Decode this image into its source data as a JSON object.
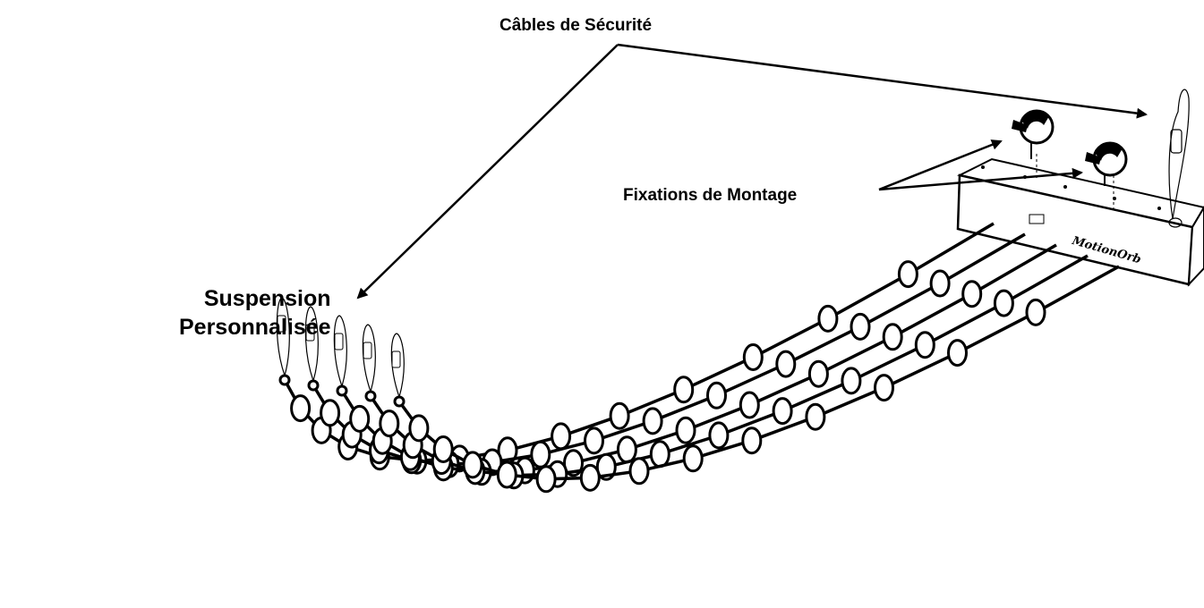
{
  "labels": {
    "safety_cables": "Câbles de Sécurité",
    "mounting": "Fixations de Montage",
    "suspension_line1": "Suspension",
    "suspension_line2": "Personnalisée",
    "brand": "MotionOrb"
  },
  "colors": {
    "ink": "#000000",
    "background": "#ffffff",
    "bar_fill": "#ffffff"
  },
  "strand_count": 5,
  "icons": [
    "clamp-icon",
    "clamp-icon",
    "safety-cable-icon",
    "arrow-icon",
    "orb-icon"
  ]
}
